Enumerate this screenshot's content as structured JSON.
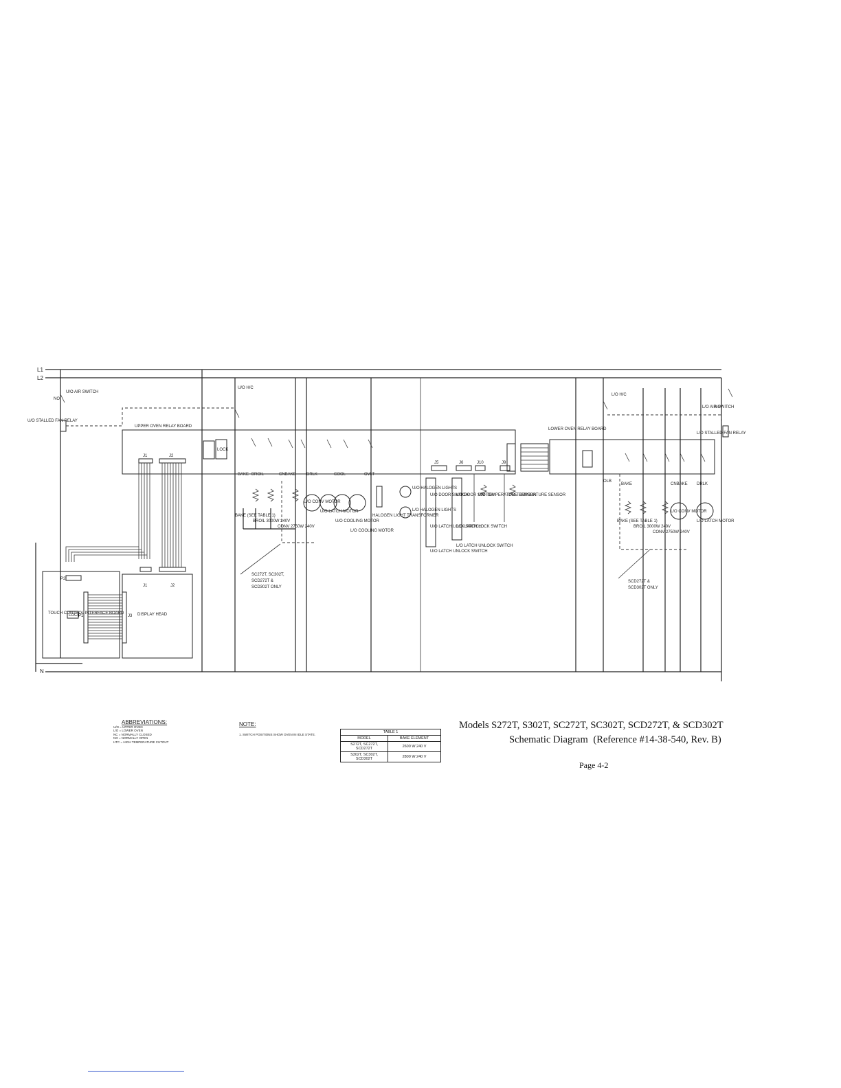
{
  "diagram": {
    "rails": {
      "l1": "L1",
      "l2": "L2",
      "n": "N"
    },
    "upper": {
      "air_switch": "U/O AIR SWITCH",
      "no": "NO",
      "fan_relay": "U/O STALLED FAN RELAY",
      "board": "UPPER OVEN RELAY BOARD",
      "htc": "U/O H/C",
      "lock": "LOCK",
      "j1": "J1",
      "j2": "J2",
      "elements": [
        "BAKE",
        "BROIL",
        "CNBAKE",
        "DRLK",
        "COOL",
        "OVLT"
      ],
      "element_labels": [
        "BAKE (SEE TABLE 1)",
        "BROIL 3000W 240V",
        "CONV 2750W 240V"
      ],
      "motors": [
        "U/O CONV MOTOR",
        "U/O LATCH MOTOR",
        "U/O COOLING MOTOR",
        "L/O COOLING MOTOR"
      ],
      "halogen": [
        "U/O HALOGEN LIGHTS",
        "L/O HALOGEN LIGHTS",
        "HALOGEN LIGHT TRANSFORMER"
      ],
      "switches": [
        "U/O DOOR SWITCH",
        "L/O DOOR SWITCH",
        "U/O LATCH LOCK SWITCH",
        "L/O LATCH LOCK SWITCH",
        "U/O LATCH UNLOCK SWITCH",
        "L/O LATCH UNLOCK SWITCH"
      ],
      "sensors": [
        "U/O TEMPERATURE SENSOR",
        "L/O TEMPERATURE SENSOR"
      ],
      "connectors": [
        "J5",
        "J6",
        "J10",
        "J9"
      ],
      "callout": [
        "SC272T, SC302T,",
        "SCD272T &",
        "SCD302T ONLY"
      ]
    },
    "lower": {
      "air_switch": "L/O AIR SWITCH",
      "no": "NO",
      "fan_relay": "L/O STALLED FAN RELAY",
      "board": "LOWER OVEN RELAY BOARD",
      "htc": "L/O H/C",
      "elements": [
        "OLB",
        "BAKE",
        "CNBAKE",
        "DRLK"
      ],
      "element_labels": [
        "BAKE (SEE TABLE 1)",
        "BROIL 3000W 240V",
        "CONV 2750W 240V"
      ],
      "motors": [
        "L/O CONV MOTOR",
        "L/O LATCH MOTOR"
      ],
      "callout": [
        "SCD272T &",
        "SCD302T ONLY"
      ]
    },
    "bottom": {
      "p2": "P2",
      "p1": "P1",
      "j1": "J1",
      "j2": "J2",
      "j3": "J3",
      "lock": "LOCK",
      "touch_board": "TOUCH CONTROL INTERFACE BOARD",
      "display": "DISPLAY HEAD"
    }
  },
  "abbreviations": {
    "title": "ABBREVIATIONS:",
    "items": [
      "U/O = UPPER OVEN",
      "L/O = LOWER OVEN",
      "NC = NORMALLY CLOSED",
      "NO = NORMALLY OPEN",
      "HTC = HIGH TEMPERATURE CUTOUT"
    ]
  },
  "note": {
    "title": "NOTE:",
    "text": "1. SWITCH POSITIONS SHOW OVEN IN IDLE STATE."
  },
  "table": {
    "title": "TABLE 1",
    "headers": [
      "MODEL",
      "BAKE ELEMENT"
    ],
    "rows": [
      [
        "S272T, SC272T, SCD272T",
        "2600 W 240 V"
      ],
      [
        "S302T, SC302T, SCD302T",
        "2800 W 240 V"
      ]
    ]
  },
  "caption": {
    "line1": "Models S272T, S302T, SC272T, SC302T, SCD272T, & SCD302T",
    "line2": "Schematic Diagram",
    "line2b": "(Reference #14-38-540, Rev. B)",
    "page": "Page 4-2"
  }
}
